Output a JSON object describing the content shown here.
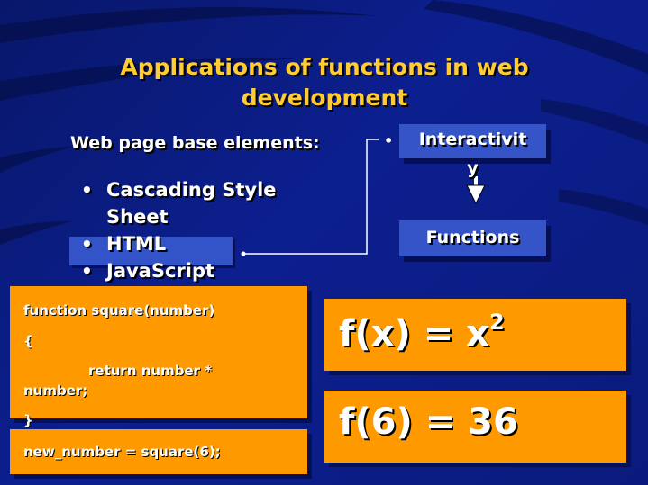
{
  "title": "Applications of functions in web development",
  "base_elements": {
    "heading": "Web page base elements:",
    "items": [
      "Cascading Style Sheet",
      "HTML",
      "JavaScript"
    ]
  },
  "flow": {
    "top_label_line1": "Interactivit",
    "top_label_line2": "y",
    "bottom_label": "Functions"
  },
  "code": {
    "line1": "function square(number)",
    "line2": "{",
    "line3": "return number *",
    "line4": "number;",
    "line5": "}",
    "call": "new_number = square(6);"
  },
  "formulas": {
    "f1_base": "f(x) = x",
    "f1_exp": "2",
    "f2": "f(6) = 36"
  },
  "colors": {
    "background": "#0c1f8f",
    "accent_orange": "#ff9900",
    "title_yellow": "#ffcc33",
    "box_blue": "#3554c8"
  }
}
